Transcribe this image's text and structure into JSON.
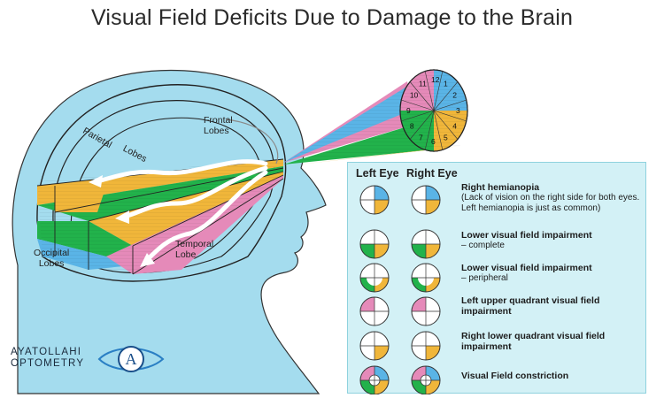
{
  "title": "Visual Field Deficits Due to Damage to the Brain",
  "brain_labels": {
    "frontal_line1": "Frontal",
    "frontal_line2": "Lobes",
    "parietal": "Parietal",
    "lobes_parietal": "Lobes",
    "occipital_line1": "Occipital",
    "occipital_line2": "Lobes",
    "temporal_line1": "Temporal",
    "temporal_line2": "Lobe"
  },
  "clock_numbers": [
    "12",
    "1",
    "2",
    "3",
    "4",
    "5",
    "6",
    "7",
    "8",
    "9",
    "10",
    "11"
  ],
  "legend": {
    "left_eye": "Left Eye",
    "right_eye": "Right Eye",
    "rows": [
      {
        "title": "Right hemianopia",
        "sub": "(Lack of vision on the right side for both eyes. Left hemianopia is just as common)"
      },
      {
        "title": "Lower visual field impairment",
        "sub": "– complete"
      },
      {
        "title": "Lower visual field impairment",
        "sub": "– peripheral"
      },
      {
        "title": "Left upper quadrant visual field impairment",
        "sub": ""
      },
      {
        "title": "Right lower quadrant visual field impairment",
        "sub": ""
      },
      {
        "title": "Visual Field constriction",
        "sub": ""
      }
    ]
  },
  "logo": {
    "line1": "AYATOLLAHI",
    "line2": "OPTOMETRY",
    "mark": "A"
  },
  "colors": {
    "blue": "#5ab4e6",
    "yellow": "#f0b63a",
    "green": "#22b24b",
    "pink": "#e58ab9",
    "head": "#a4dcee",
    "panel": "#d3f1f6"
  }
}
